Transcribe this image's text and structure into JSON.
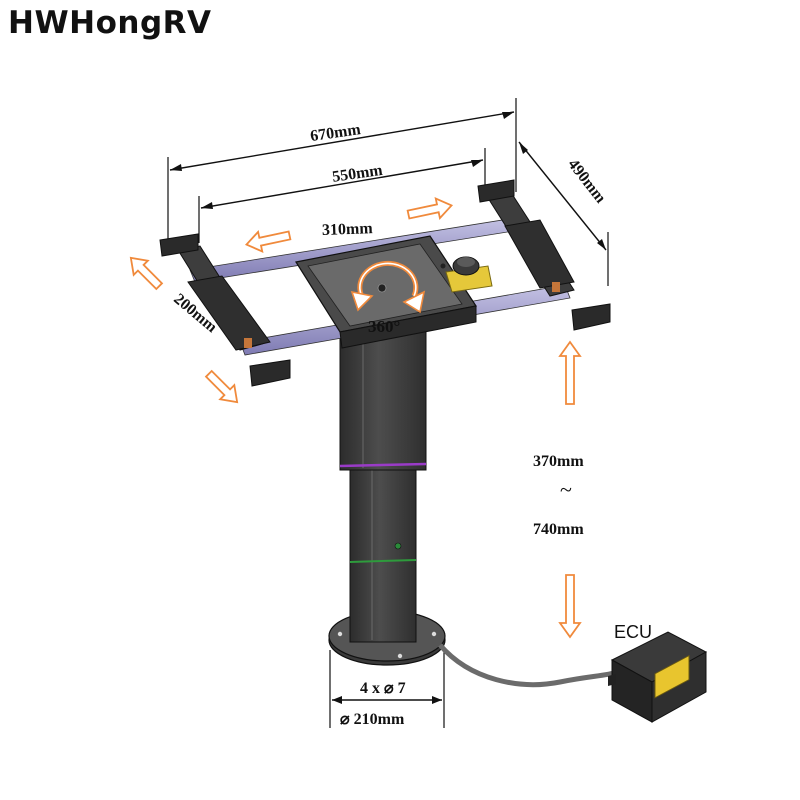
{
  "brand": "HWHongRV",
  "dimensions": {
    "frame_outer_width": "670mm",
    "frame_inner_width": "550mm",
    "frame_depth": "490mm",
    "top_plate_width": "310mm",
    "slide_travel": "200mm",
    "rotation": "360°",
    "height_min": "370mm",
    "height_range_separator": "~",
    "height_max": "740mm",
    "mounting_holes": "4 x ⌀ 7",
    "base_diameter": "⌀ 210mm"
  },
  "ecu_label": "ECU",
  "colors": {
    "arrow_outline": "#f08a3c",
    "rail": "#9a97c6",
    "dark_steel": "#3b3b3b",
    "column": "#4a4a4a",
    "lock_yellow": "#e5c83a",
    "ecu_connector": "#e8c52e"
  }
}
